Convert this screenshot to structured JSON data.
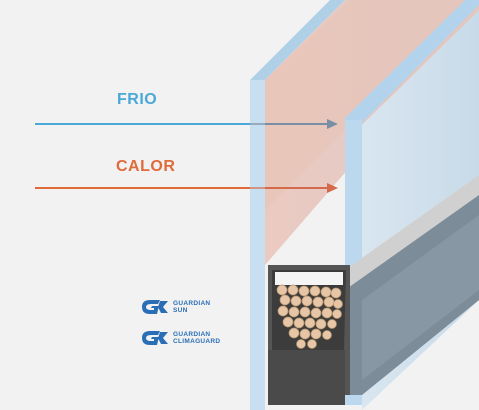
{
  "labels": {
    "cold": "FRIO",
    "heat": "CALOR"
  },
  "colors": {
    "cold": "#4aa8d8",
    "heat": "#e06a3a",
    "glass": "#c7dff0",
    "gas_fill": "#e8c9c0",
    "spacer": "#5a5a5a",
    "brand": "#2a6fb5"
  },
  "brands": [
    {
      "line1": "GUARDIAN",
      "line2": "SUN",
      "icon": "guardian-g-logo-icon"
    },
    {
      "line1": "GUARDIAN",
      "line2": "CLIMAGUARD",
      "icon": "guardian-g-logo-icon"
    }
  ]
}
